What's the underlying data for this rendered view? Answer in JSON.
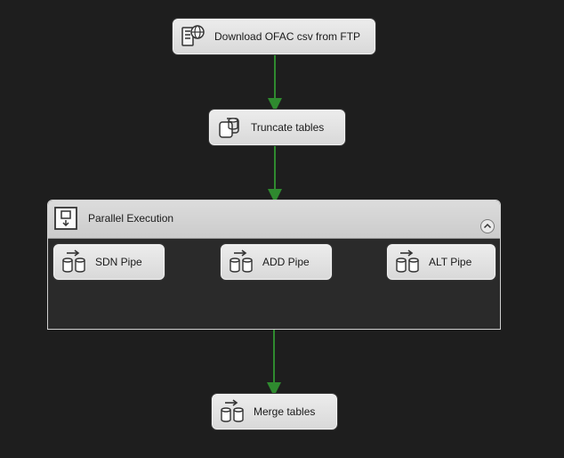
{
  "colors": {
    "canvas_bg": "#1e1e1e",
    "task_bg": "#e3e3e3",
    "connector": "#2f8a2f",
    "container_body": "#2a2a2a"
  },
  "tasks": {
    "download": {
      "label": "Download OFAC csv from FTP",
      "icon": "ftp-task-icon"
    },
    "truncate": {
      "label": "Truncate tables",
      "icon": "execute-sql-task-icon"
    },
    "sdn": {
      "label": "SDN Pipe",
      "icon": "data-flow-task-icon"
    },
    "add": {
      "label": "ADD Pipe",
      "icon": "data-flow-task-icon"
    },
    "alt": {
      "label": "ALT Pipe",
      "icon": "data-flow-task-icon"
    },
    "merge": {
      "label": "Merge tables",
      "icon": "data-flow-task-icon"
    }
  },
  "container": {
    "title": "Parallel Execution",
    "icon": "sequence-container-icon",
    "collapse_icon": "chevron-up-icon"
  }
}
